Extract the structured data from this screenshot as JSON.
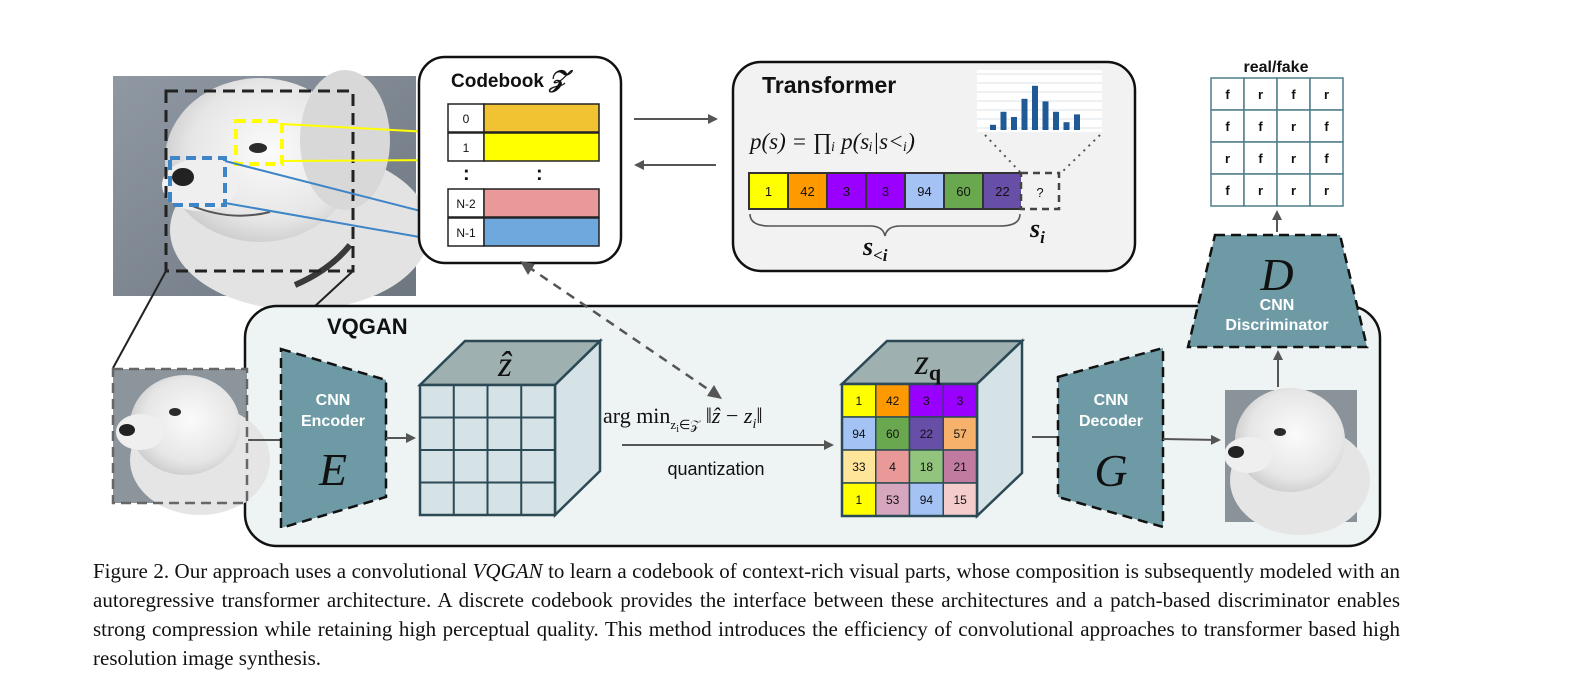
{
  "codebook": {
    "title": "Codebook",
    "symbol": "𝒵",
    "entries": [
      {
        "index": "0",
        "color": "#f1c232"
      },
      {
        "index": "1",
        "color": "#ffff00"
      },
      {
        "index": "N-2",
        "color": "#ea9999"
      },
      {
        "index": "N-1",
        "color": "#6fa8dc"
      }
    ]
  },
  "transformer": {
    "title": "Transformer",
    "formula": "p(s) = ∏ᵢ p(sᵢ|s<ᵢ)",
    "sequence": [
      {
        "value": "1",
        "color": "#ffff00"
      },
      {
        "value": "42",
        "color": "#ff9900"
      },
      {
        "value": "3",
        "color": "#9900ff"
      },
      {
        "value": "3",
        "color": "#9900ff"
      },
      {
        "value": "94",
        "color": "#a4c2f4"
      },
      {
        "value": "60",
        "color": "#6aa84f"
      },
      {
        "value": "22",
        "color": "#674ea7"
      }
    ],
    "next_token": "?",
    "context_label": "s<i",
    "target_label": "si"
  },
  "vqgan": {
    "title": "VQGAN",
    "encoder_title": "CNN\nEncoder",
    "encoder_symbol": "E",
    "decoder_title": "CNN\nDecoder",
    "decoder_symbol": "G",
    "zhat_label": "ẑ",
    "zq_label": "zq",
    "argmin_formula": "arg min_{zi∈𝒵} ‖ẑ − zi‖",
    "quantization_label": "quantization",
    "zq_grid": [
      [
        {
          "v": "1",
          "c": "#ffff00"
        },
        {
          "v": "42",
          "c": "#ff9900"
        },
        {
          "v": "3",
          "c": "#9900ff"
        },
        {
          "v": "3",
          "c": "#9900ff"
        }
      ],
      [
        {
          "v": "94",
          "c": "#a4c2f4"
        },
        {
          "v": "60",
          "c": "#6aa84f"
        },
        {
          "v": "22",
          "c": "#674ea7"
        },
        {
          "v": "57",
          "c": "#f6b26b"
        }
      ],
      [
        {
          "v": "33",
          "c": "#ffe599"
        },
        {
          "v": "4",
          "c": "#ea9999"
        },
        {
          "v": "18",
          "c": "#93c47d"
        },
        {
          "v": "21",
          "c": "#c27ba0"
        }
      ],
      [
        {
          "v": "1",
          "c": "#ffff00"
        },
        {
          "v": "53",
          "c": "#d5a6bd"
        },
        {
          "v": "94",
          "c": "#a4c2f4"
        },
        {
          "v": "15",
          "c": "#f4cccc"
        }
      ]
    ]
  },
  "discriminator": {
    "symbol": "D",
    "title": "CNN\nDiscriminator",
    "output_title": "real/fake",
    "grid": [
      [
        "f",
        "r",
        "f",
        "r"
      ],
      [
        "f",
        "f",
        "r",
        "f"
      ],
      [
        "r",
        "f",
        "r",
        "f"
      ],
      [
        "f",
        "r",
        "r",
        "r"
      ]
    ]
  },
  "colors": {
    "teal": "#6d9aa5",
    "vqgan_bg": "#eef3f4",
    "cube_front": "#d6e3e6",
    "cube_top": "#9fb0b0",
    "transformer_bg": "#f2f2f2",
    "histogram": "#1f5a96"
  },
  "histogram": [
    0.1,
    0.35,
    0.25,
    0.6,
    0.85,
    0.55,
    0.35,
    0.15,
    0.3
  ],
  "caption": {
    "prefix": "Figure 2. Our approach uses a convolutional ",
    "italic": "VQGAN",
    "suffix": " to learn a codebook of context-rich visual parts, whose composition is subsequently modeled with an autoregressive transformer architecture. A discrete codebook provides the interface between these architectures and a patch-based discriminator enables strong compression while retaining high perceptual quality. This method introduces the efficiency of convolutional approaches to transformer based high resolution image synthesis."
  }
}
